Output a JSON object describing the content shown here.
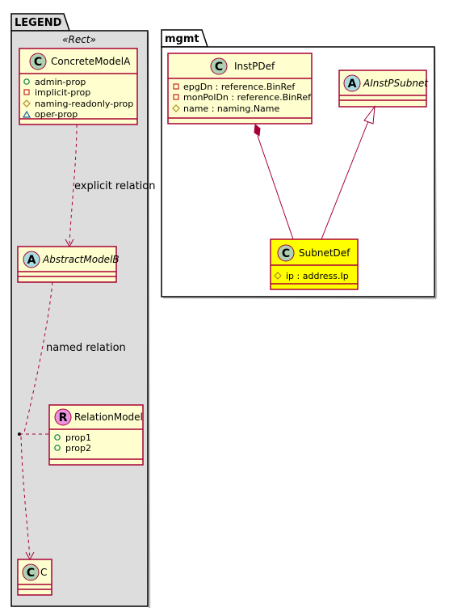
{
  "colors": {
    "class_fill": "#FEFECE",
    "highlight_fill": "#FFFF00",
    "border": "#A80036",
    "legend_bg": "#DDDDDD",
    "class_badge": "#ADD1B2",
    "abstract_badge": "#A9DCDF",
    "relation_badge": "#EB93DF"
  },
  "legend": {
    "title": "LEGEND",
    "stereotype": "«Rect»",
    "concrete": {
      "name": "ConcreteModelA",
      "badge": "C",
      "attrs": [
        {
          "vis": "+",
          "text": "admin-prop"
        },
        {
          "vis": "-",
          "text": "implicit-prop"
        },
        {
          "vis": "#",
          "text": "naming-readonly-prop"
        },
        {
          "vis": "~",
          "text": "oper-prop"
        }
      ]
    },
    "explicit_label": "explicit relation",
    "abstract": {
      "name": "AbstractModelB",
      "badge": "A"
    },
    "named_label": "named relation",
    "relation": {
      "name": "RelationModel",
      "badge": "R",
      "attrs": [
        {
          "vis": "+",
          "text": "prop1"
        },
        {
          "vis": "+",
          "text": "prop2"
        }
      ]
    },
    "c_class": {
      "name": "C",
      "badge": "C"
    }
  },
  "mgmt": {
    "title": "mgmt",
    "instpdef": {
      "name": "InstPDef",
      "badge": "C",
      "attrs": [
        {
          "vis": "-",
          "text": "epgDn : reference.BinRef"
        },
        {
          "vis": "-",
          "text": "monPolDn : reference.BinRef"
        },
        {
          "vis": "#",
          "text": "name : naming.Name"
        }
      ]
    },
    "ainstpsubnet": {
      "name": "AInstPSubnet",
      "badge": "A"
    },
    "subnetdef": {
      "name": "SubnetDef",
      "badge": "C",
      "attrs": [
        {
          "vis": "#",
          "text": "ip : address.Ip"
        }
      ]
    }
  }
}
